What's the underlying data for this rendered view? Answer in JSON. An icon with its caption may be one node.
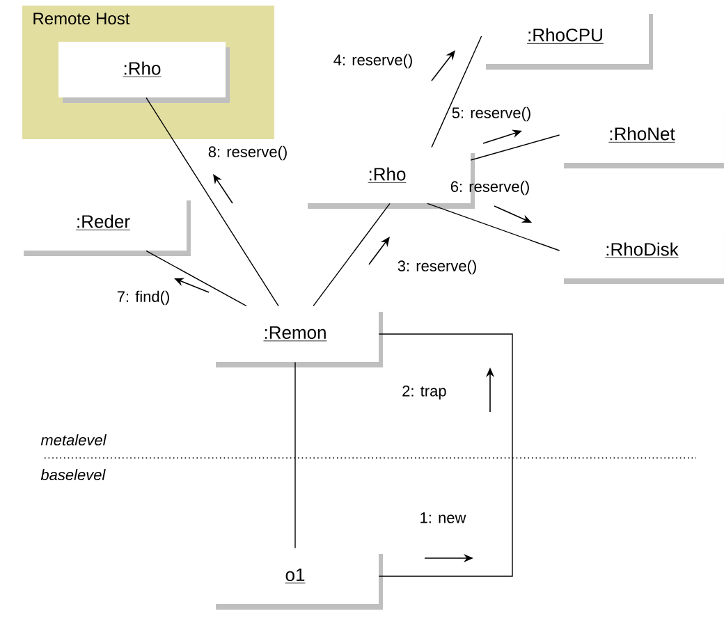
{
  "diagram": {
    "nodes": [
      {
        "text": [
          "Remote Host"
        ]
      },
      {
        "text": [
          ":Rho"
        ],
        "in": 0
      },
      {
        "text": [
          ":RhoCPU"
        ]
      },
      {
        "text": [
          ":Rho"
        ]
      },
      {
        "text": [
          ":RhoNet"
        ]
      },
      {
        "text": [
          ":Reder"
        ]
      },
      {
        "text": [
          ":RhoDisk"
        ]
      },
      {
        "text": [
          ":Remon"
        ]
      },
      {
        "text": [
          "o1"
        ]
      }
    ],
    "edges": [
      {
        "from": 8,
        "to": 7,
        "arrow": "none"
      },
      {
        "from": 8,
        "to": 7,
        "arrow": "none",
        "label": "1: new"
      },
      {
        "from": 7,
        "to": 3,
        "arrow": "none",
        "label": "3: reserve()"
      },
      {
        "from": 3,
        "to": 2,
        "arrow": "none",
        "label": "4: reserve()"
      },
      {
        "from": 3,
        "to": 4,
        "arrow": "none",
        "label": "5: reserve()"
      },
      {
        "from": 3,
        "to": 6,
        "arrow": "none",
        "label": "6: reserve()"
      },
      {
        "from": 7,
        "to": 5,
        "arrow": "none",
        "label": "7: find()"
      },
      {
        "from": 7,
        "to": 1,
        "arrow": "none",
        "label": "8: reserve()"
      }
    ],
    "labels": [
      "2: trap",
      "metalevel",
      "baselevel"
    ]
  }
}
